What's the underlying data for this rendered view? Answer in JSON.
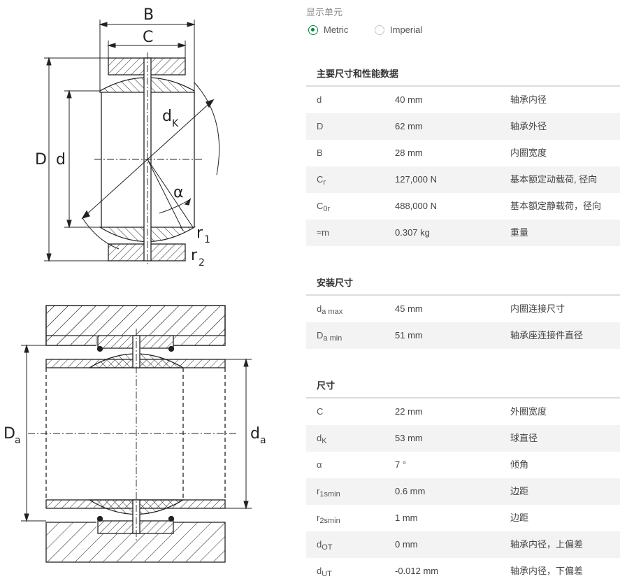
{
  "drawing": {
    "top_labels": {
      "B": "B",
      "C": "C",
      "D": "D",
      "d": "d",
      "dK_main": "d",
      "dK_sub": "K",
      "alpha": "α",
      "r1_main": "r",
      "r1_sub": "1",
      "r2_main": "r",
      "r2_sub": "2"
    },
    "bottom_labels": {
      "Da_main": "D",
      "Da_sub": "a",
      "da_main": "d",
      "da_sub": "a"
    }
  },
  "units": {
    "title": "显示单元",
    "options": [
      {
        "label": "Metric",
        "selected": true
      },
      {
        "label": "Imperial",
        "selected": false
      }
    ]
  },
  "sections": [
    {
      "title": "主要尺寸和性能数据",
      "rows": [
        {
          "sym": "d",
          "sub": "",
          "value": "40 mm",
          "desc": "轴承内径"
        },
        {
          "sym": "D",
          "sub": "",
          "value": "62 mm",
          "desc": "轴承外径"
        },
        {
          "sym": "B",
          "sub": "",
          "value": "28 mm",
          "desc": "内圈宽度"
        },
        {
          "sym": "C",
          "sub": "r",
          "value": "127,000 N",
          "desc": "基本额定动载荷, 径向"
        },
        {
          "sym": "C",
          "sub": "0r",
          "value": "488,000 N",
          "desc": "基本额定静载荷，径向"
        },
        {
          "sym": "≈m",
          "sub": "",
          "value": "0.307 kg",
          "desc": "重量"
        }
      ]
    },
    {
      "title": "安装尺寸",
      "rows": [
        {
          "sym": "d",
          "sub": "a max",
          "value": "45 mm",
          "desc": "内圈连接尺寸"
        },
        {
          "sym": "D",
          "sub": "a min",
          "value": "51 mm",
          "desc": "轴承座连接件直径"
        }
      ]
    },
    {
      "title": "尺寸",
      "rows": [
        {
          "sym": "C",
          "sub": "",
          "value": "22 mm",
          "desc": "外圈宽度"
        },
        {
          "sym": "d",
          "sub": "K",
          "value": "53 mm",
          "desc": "球直径"
        },
        {
          "sym": "α",
          "sub": "",
          "value": "7 °",
          "desc": "倾角"
        },
        {
          "sym": "r",
          "sub": "1smin",
          "value": "0.6 mm",
          "desc": "边距"
        },
        {
          "sym": "r",
          "sub": "2smin",
          "value": "1 mm",
          "desc": "边距"
        },
        {
          "sym": "d",
          "sub": "OT",
          "value": "0 mm",
          "desc": "轴承内径，上偏差"
        },
        {
          "sym": "d",
          "sub": "UT",
          "value": "-0.012 mm",
          "desc": "轴承内径，下偏差"
        }
      ]
    }
  ]
}
